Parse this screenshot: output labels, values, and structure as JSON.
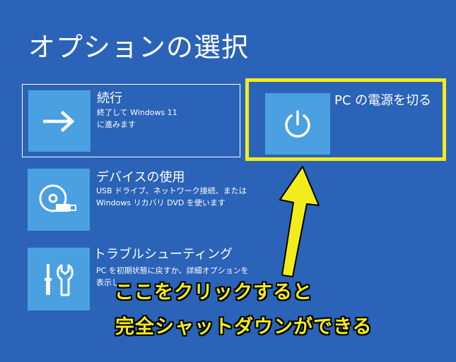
{
  "page": {
    "title": "オプションの選択"
  },
  "options": {
    "continue": {
      "label": "続行",
      "desc_line1": "終了して Windows 11",
      "desc_line2": "に進みます",
      "icon": "arrow-right-icon"
    },
    "device": {
      "label": "デバイスの使用",
      "desc_line1": "USB ドライブ、ネットワーク接続、または",
      "desc_line2": "Windows リカバリ DVD を使います",
      "icon": "disc-usb-icon"
    },
    "troubleshoot": {
      "label": "トラブルシューティング",
      "desc_line1": "PC を初期状態に戻すか、詳細オプションを",
      "desc_line2": "表示し",
      "icon": "screwdriver-wrench-icon"
    },
    "poweroff": {
      "label": "PC の電源を切る",
      "icon": "power-icon"
    }
  },
  "annotation": {
    "line1": "ここをクリックすると",
    "line2": "完全シャットダウンができる",
    "highlight_color": "#f4ec1a"
  },
  "colors": {
    "background": "#2a63b8",
    "tile": "#4aa0e0",
    "highlight": "#f4ec1a"
  }
}
